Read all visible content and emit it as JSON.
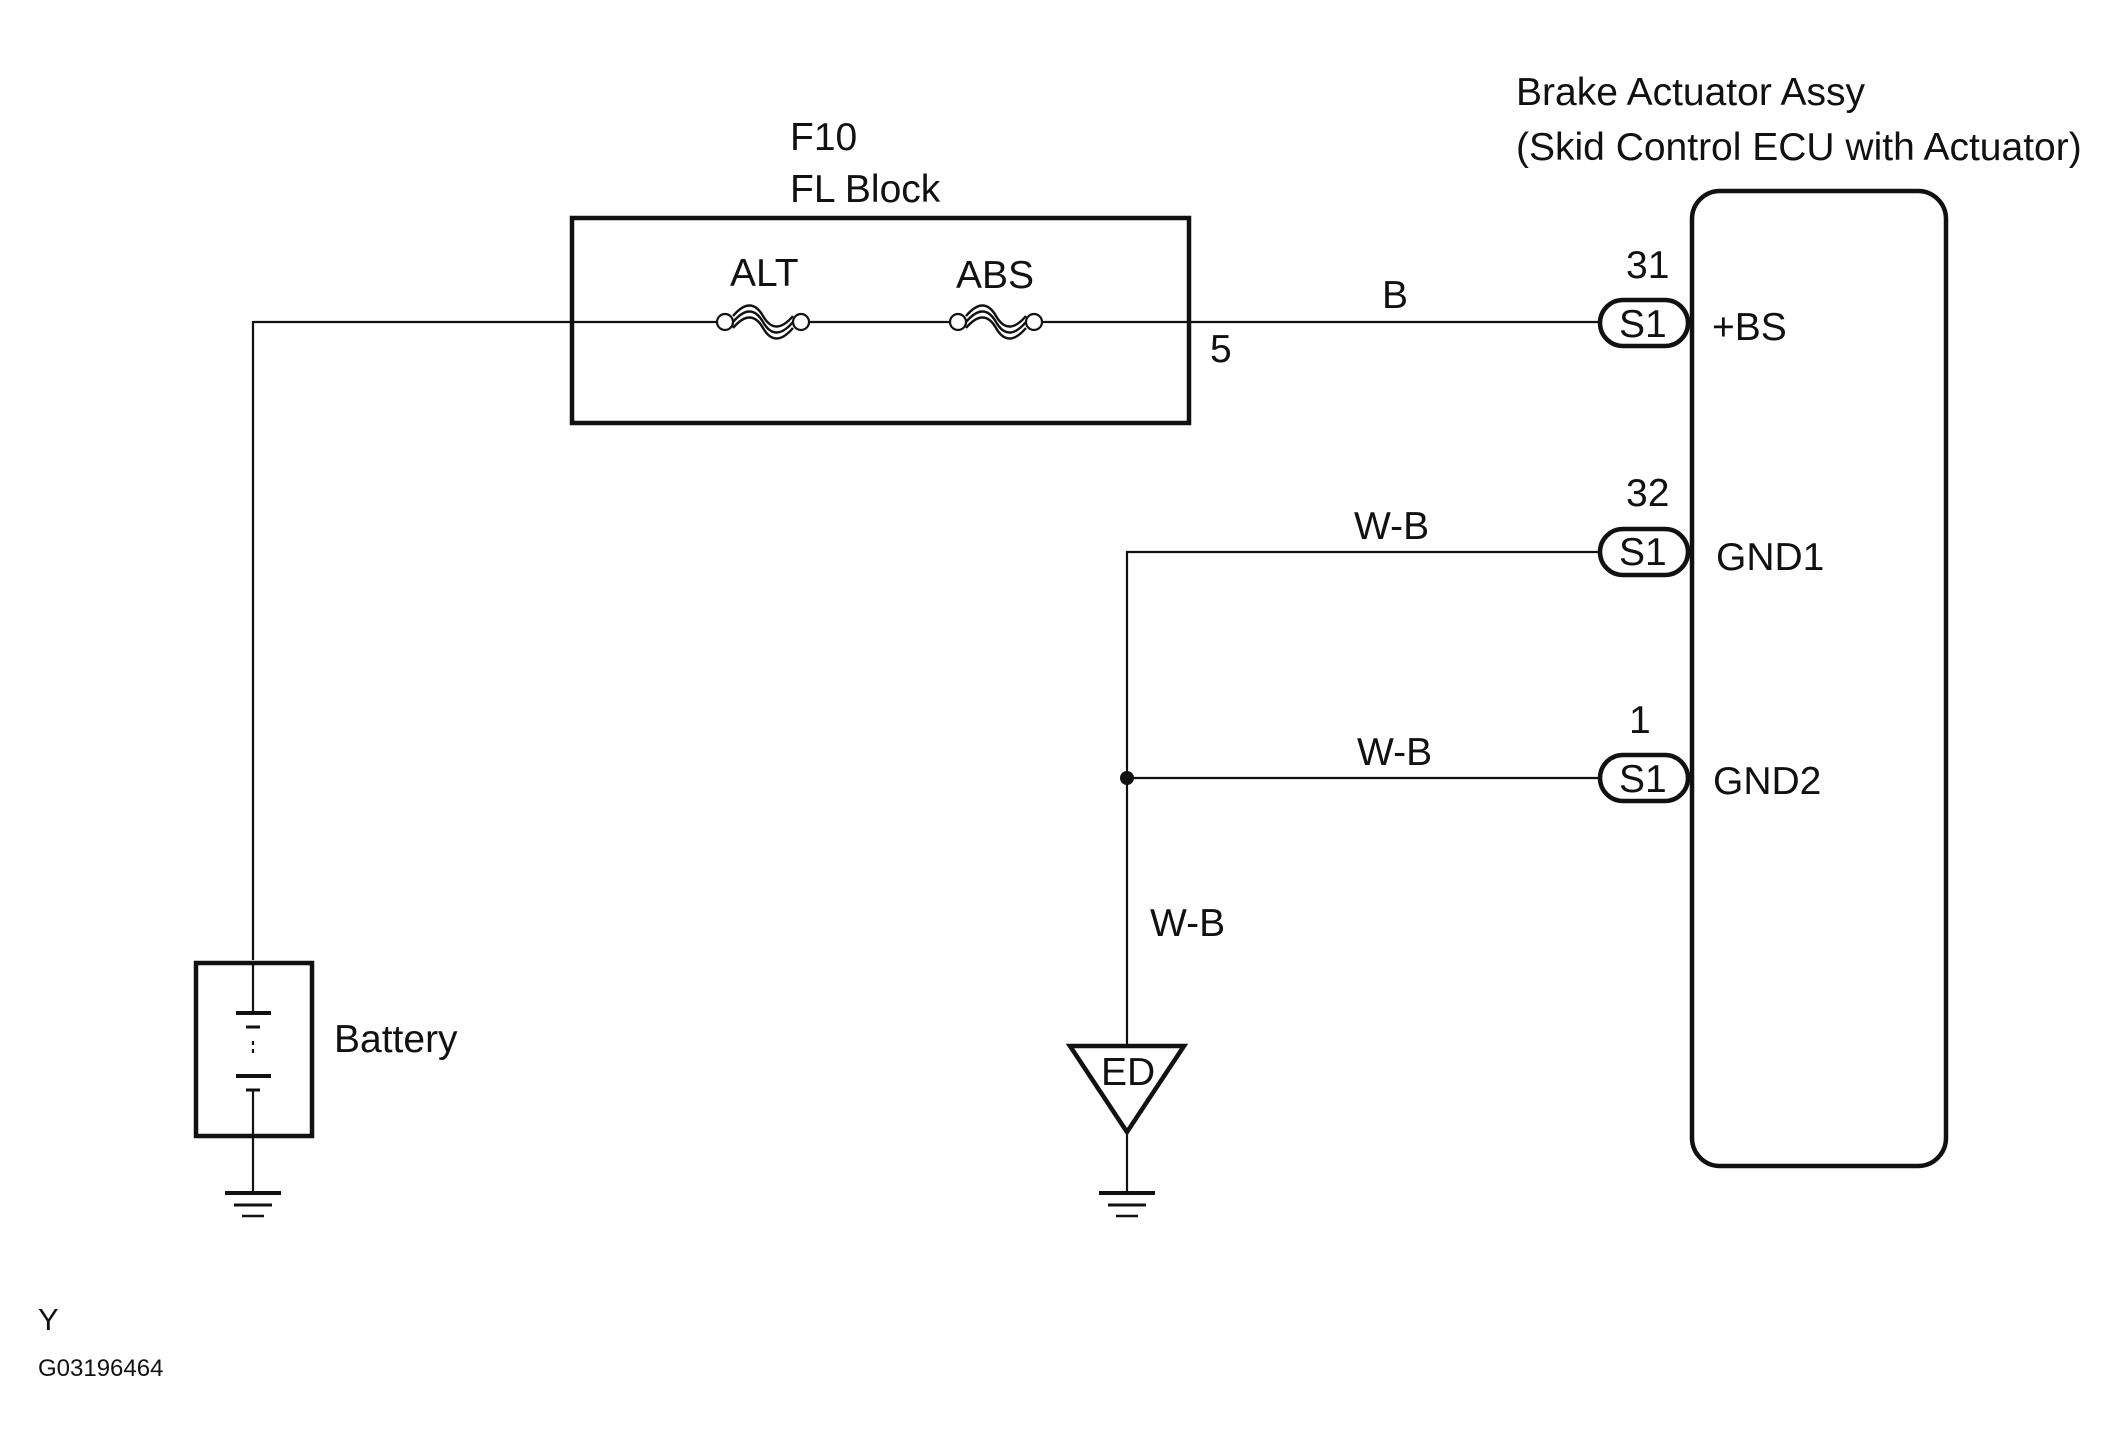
{
  "fuse_block": {
    "connector": "F10",
    "name": "FL Block",
    "fuse_1": "ALT",
    "fuse_2": "ABS",
    "output_pin": "5"
  },
  "ecu": {
    "title_line1": "Brake Actuator Assy",
    "title_line2": "(Skid Control ECU with Actuator)",
    "pins": [
      {
        "pin_no": "31",
        "connector": "S1",
        "terminal": "+BS",
        "wire": "B"
      },
      {
        "pin_no": "32",
        "connector": "S1",
        "terminal": "GND1",
        "wire": "W-B"
      },
      {
        "pin_no": "1",
        "connector": "S1",
        "terminal": "GND2",
        "wire": "W-B"
      }
    ]
  },
  "ground": {
    "wire_color": "W-B",
    "ground_point": "ED"
  },
  "battery": {
    "label": "Battery"
  },
  "footer": {
    "code_letter": "Y",
    "figure_id": "G03196464"
  }
}
